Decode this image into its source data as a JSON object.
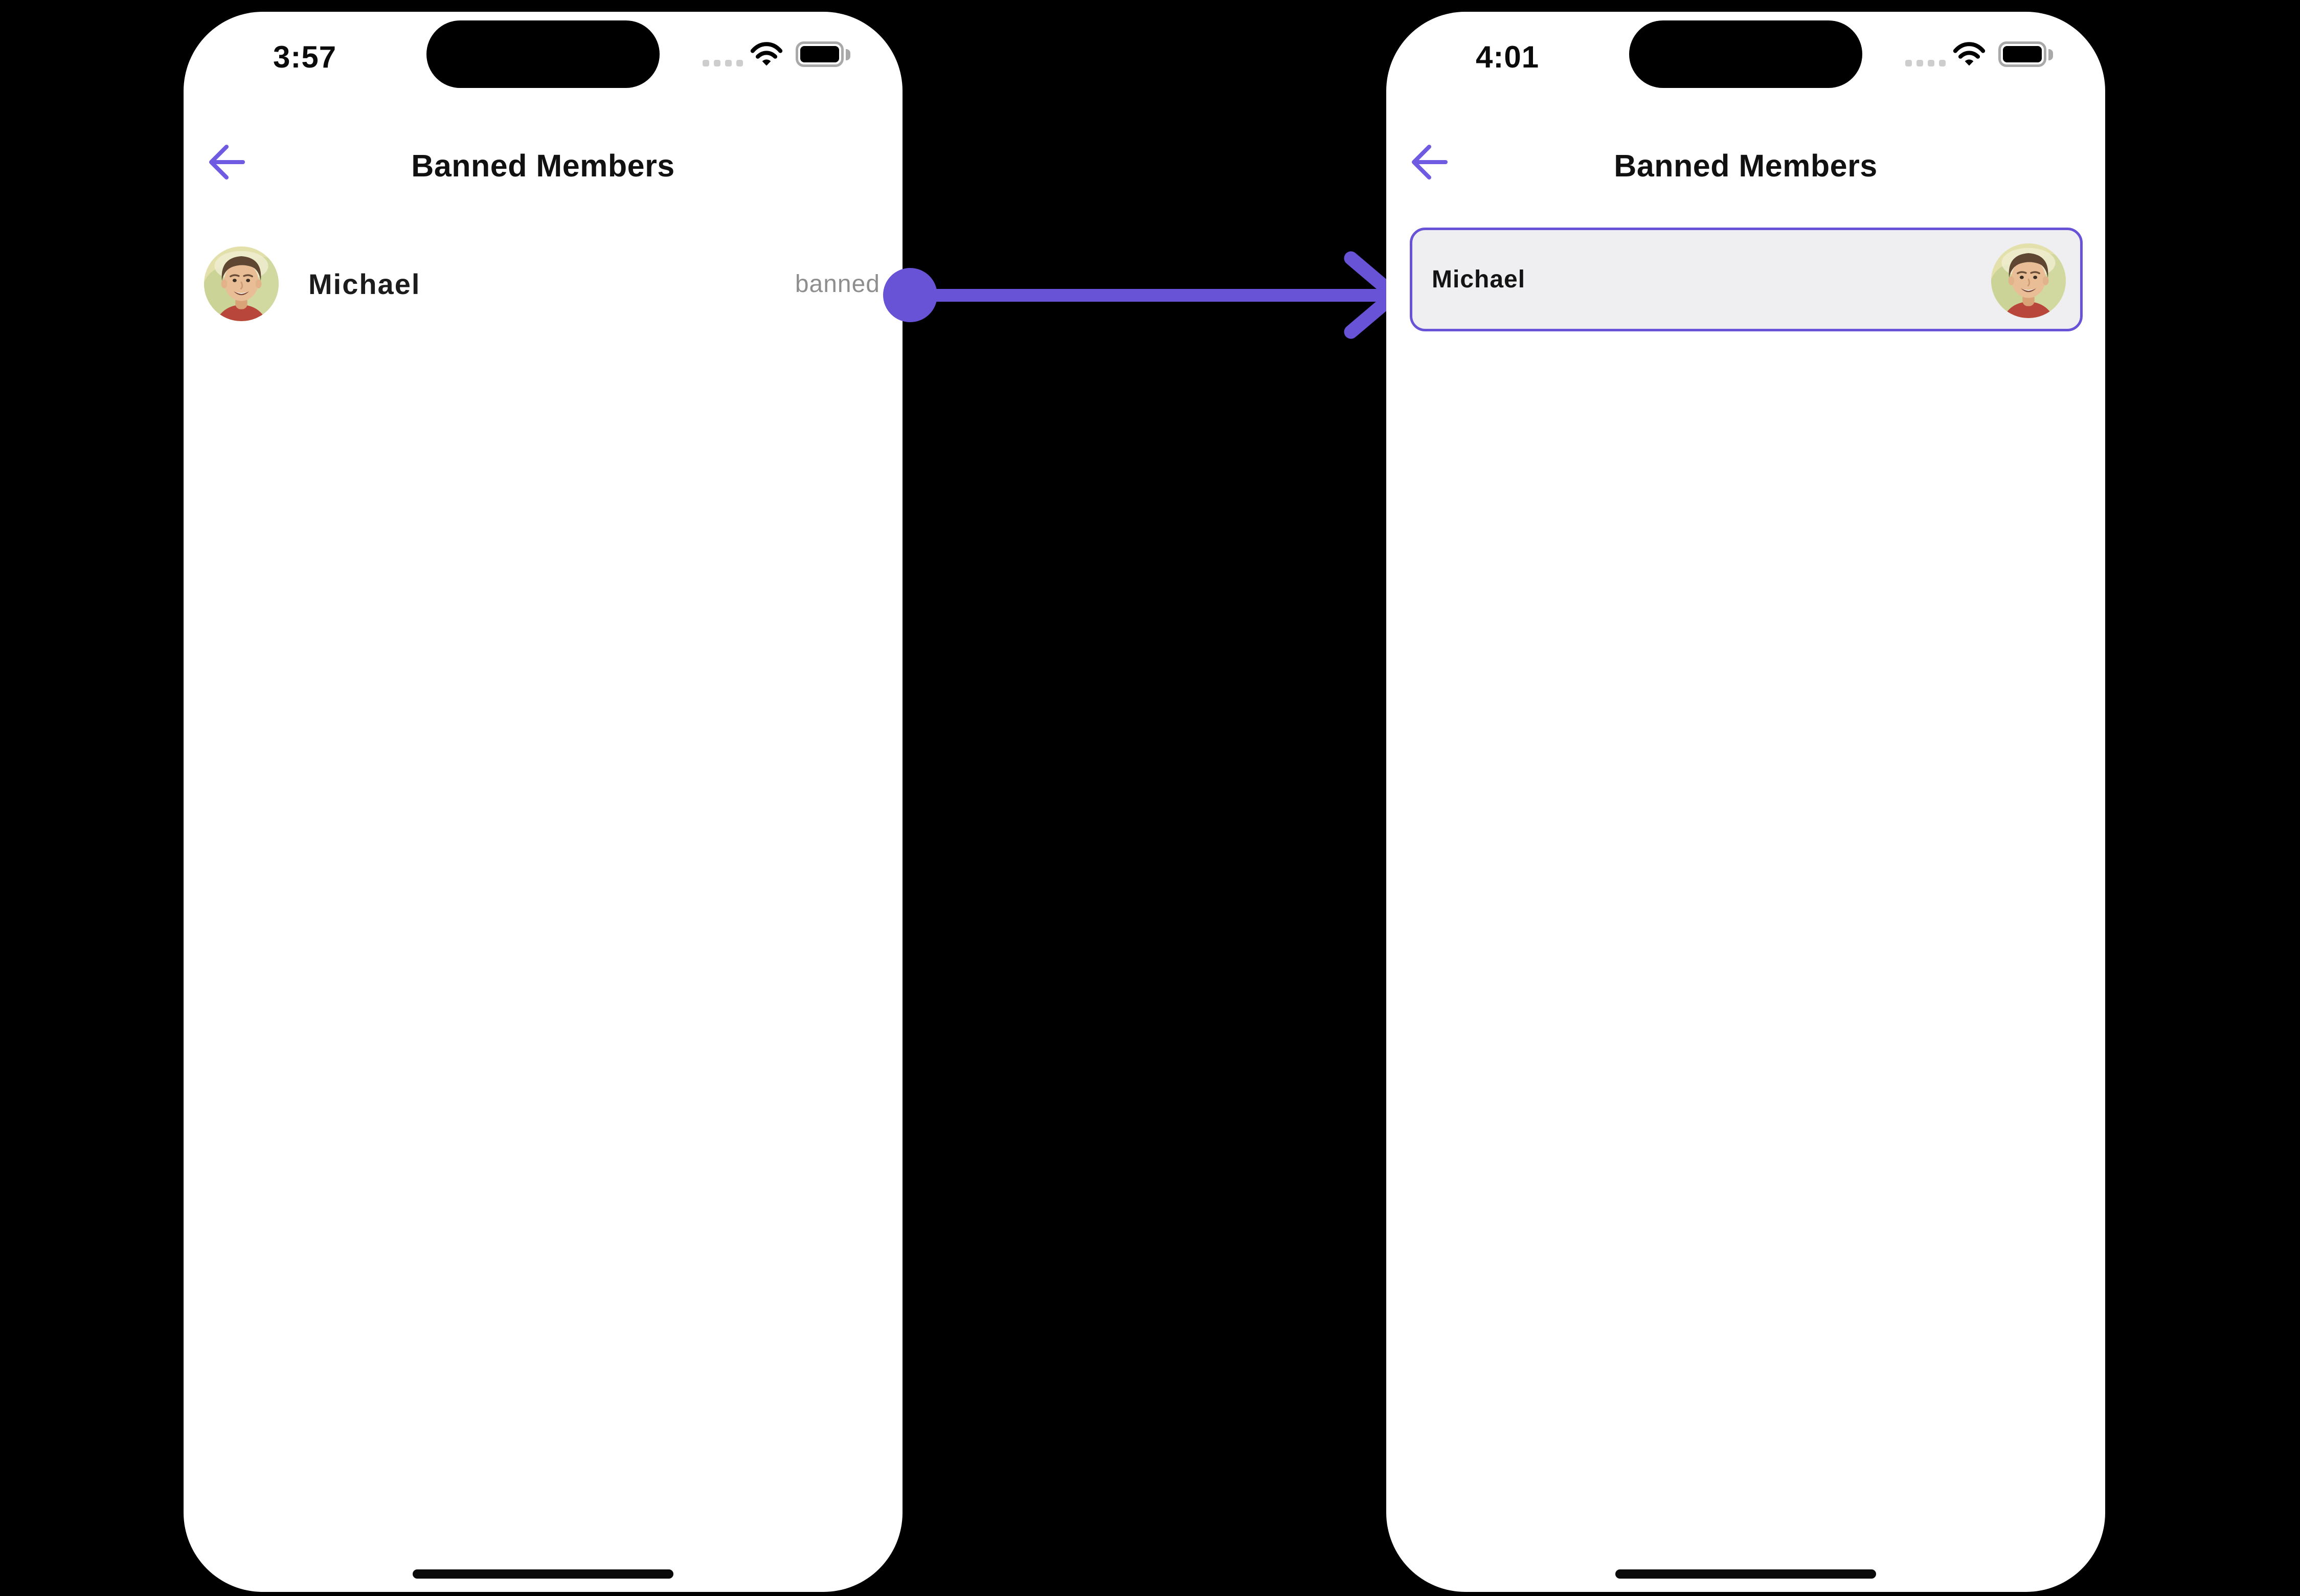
{
  "colors": {
    "background": "#000000",
    "phone_body": "#FFFFFF",
    "accent_purple": "#6852D6",
    "card_background": "#EFEFF1",
    "status_text_gray": "#8E8E8E",
    "text_dark": "#141414"
  },
  "icons": {
    "back": "arrow-left",
    "signal": "cellular-signal-dots",
    "wifi": "wifi",
    "battery": "battery-full",
    "home": "home-indicator",
    "transition": "arrow-right-connector",
    "avatar": "user-photo"
  },
  "before": {
    "status_bar": {
      "time": "3:57"
    },
    "header": {
      "title": "Banned Members"
    },
    "member": {
      "name": "Michael",
      "status": "banned"
    }
  },
  "after": {
    "status_bar": {
      "time": "4:01"
    },
    "header": {
      "title": "Banned Members"
    },
    "member": {
      "name": "Michael"
    }
  }
}
